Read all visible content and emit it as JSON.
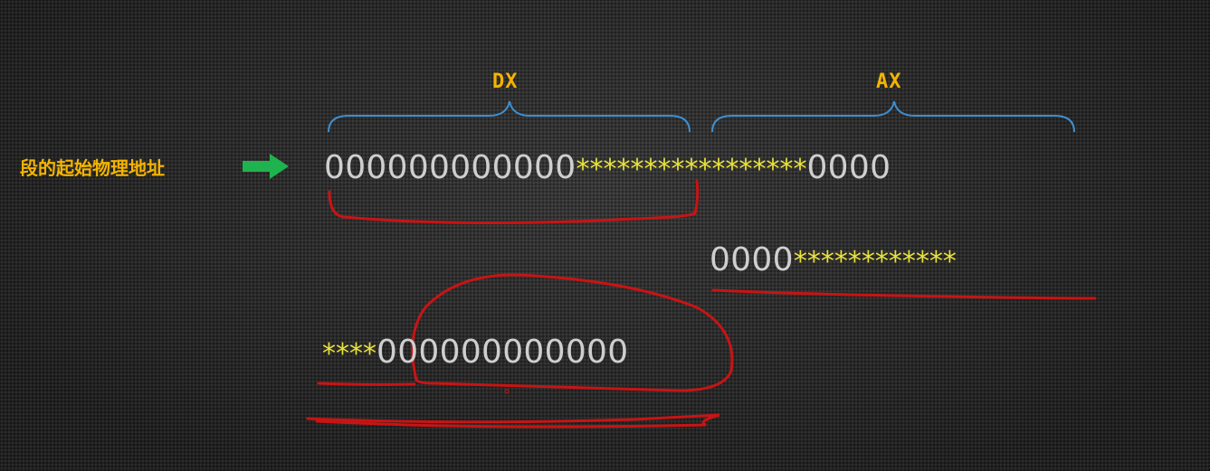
{
  "labels": {
    "dx": "DX",
    "ax": "AX",
    "physical_address": "段的起始物理地址"
  },
  "rows": {
    "row1": {
      "zeros_left": "000000000000",
      "stars_middle": "*****************",
      "zeros_right": "0000"
    },
    "row2": {
      "zeros": "0000",
      "stars": "************"
    },
    "row3": {
      "stars": "****",
      "zeros": "000000000000"
    }
  },
  "colors": {
    "label_yellow": "#f4b400",
    "brace_blue": "#3d8fd1",
    "arrow_green": "#1fb34f",
    "zero_gray": "#cfcfcf",
    "star_yellow": "#e8e23a",
    "annotation_red": "#c81414"
  },
  "icons": {
    "arrow": "right-arrow-icon"
  }
}
